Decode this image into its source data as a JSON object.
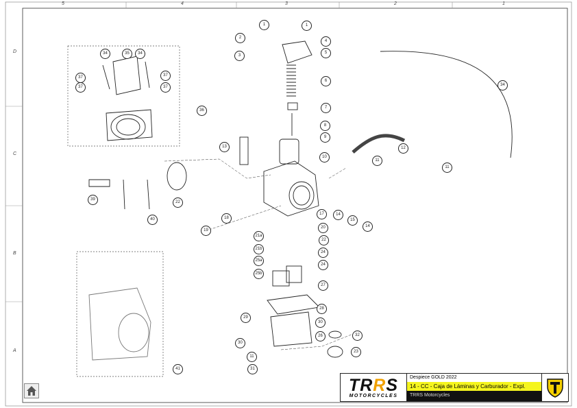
{
  "grid": {
    "columns": [
      "5",
      "4",
      "3",
      "2",
      "1"
    ],
    "rows": [
      "D",
      "C",
      "B",
      "A"
    ]
  },
  "title_block": {
    "logo_text_main": "TRRS",
    "logo_text_sub": "MOTORCYCLES",
    "line1": "Despiece GOLD 2022",
    "line2": "14 - CC - Caja de Láminas y Carburador - Expl.",
    "line3": "TRRS Motorcycles",
    "highlight_color": "#f5f51e"
  },
  "home_button": {
    "icon": "home-icon"
  },
  "callouts": [
    "1",
    "1",
    "2",
    "3",
    "4",
    "5",
    "6",
    "7",
    "8",
    "9",
    "10",
    "11",
    "11",
    "11",
    "12",
    "13",
    "14",
    "14",
    "15",
    "17",
    "18",
    "19",
    "20",
    "21a",
    "21b",
    "22",
    "22",
    "23",
    "24",
    "24",
    "25a",
    "25b",
    "26",
    "27",
    "28",
    "29",
    "30",
    "30",
    "31",
    "32",
    "34",
    "34",
    "34",
    "35",
    "36",
    "37",
    "37",
    "37",
    "37",
    "39",
    "40",
    "41"
  ]
}
